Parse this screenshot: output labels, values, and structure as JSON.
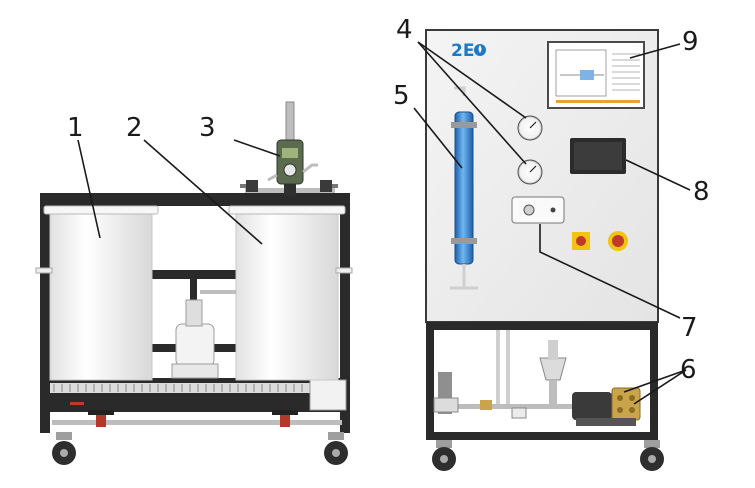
{
  "brand": {
    "logo_text": "2E"
  },
  "callouts": [
    {
      "id": "1",
      "label": "1",
      "name": "left water tank"
    },
    {
      "id": "2",
      "label": "2",
      "name": "right water tank"
    },
    {
      "id": "3",
      "label": "3",
      "name": "filter housing"
    },
    {
      "id": "4",
      "label": "4",
      "name": "pressure gauges"
    },
    {
      "id": "5",
      "label": "5",
      "name": "membrane module"
    },
    {
      "id": "6",
      "label": "6",
      "name": "pump"
    },
    {
      "id": "7",
      "label": "7",
      "name": "flow meter panel"
    },
    {
      "id": "8",
      "label": "8",
      "name": "touch screen"
    },
    {
      "id": "9",
      "label": "9",
      "name": "process schematic"
    }
  ],
  "colors": {
    "frame": "#2a2a2a",
    "panel": "#ececec",
    "tank": "#f7f7f7",
    "membrane": "#3a8fd8",
    "accent_red": "#c0392b",
    "accent_yellow": "#f1c40f",
    "brass": "#c9a44a",
    "hose": "#cfcfcf"
  }
}
